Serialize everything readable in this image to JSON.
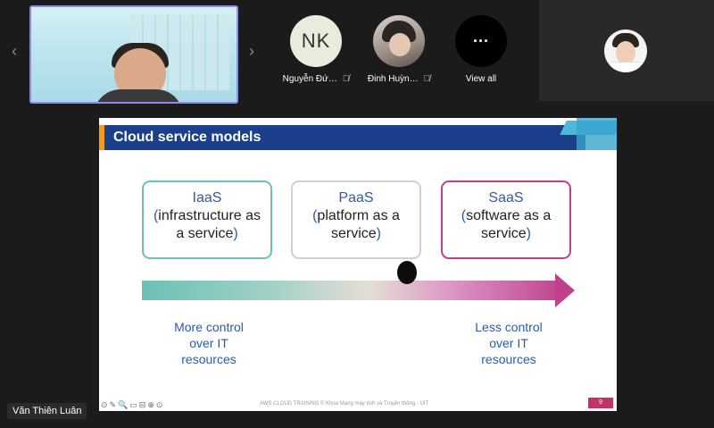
{
  "gallery": {
    "participants": [
      {
        "initials": "NK",
        "name": "Nguyễn Đứ…",
        "avatar": "initials-avatar"
      },
      {
        "name": "Đinh Huỳn…",
        "avatar": "photo-avatar"
      }
    ],
    "view_all": {
      "glyph": "···",
      "label": "View all"
    },
    "prev_glyph": "‹",
    "next_glyph": "›"
  },
  "slide": {
    "title": "Cloud service models",
    "models": [
      {
        "acronym": "IaaS",
        "open": "(",
        "line1": "infrastructure as",
        "line2": "a service",
        "close": ")",
        "border": "#6cc0b6"
      },
      {
        "acronym": "PaaS",
        "open": "(",
        "line1": "platform as a",
        "line2": "service",
        "close": ")",
        "border": "#d0d0d0"
      },
      {
        "acronym": "SaaS",
        "open": "(",
        "line1": "software as a",
        "line2": "service",
        "close": ")",
        "border": "#c1408a"
      }
    ],
    "left_label": [
      "More control",
      "over IT",
      "resources"
    ],
    "right_label": [
      "Less control",
      "over IT",
      "resources"
    ],
    "footer_text": "AWS CLOUD TRAINING © Khoa Mạng máy tính và Truyền thông - UIT",
    "toolbar_glyphs": "⊙✎🔍▭⊟⊕⊙",
    "page_number": "9"
  },
  "presenter_name": "Văn Thiên Luân",
  "colors": {
    "header_blue": "#1c3f8c",
    "accent_orange": "#f59a1b",
    "text_blue": "#2e5aa7",
    "magenta": "#c1408a",
    "teal": "#6cc0b6"
  }
}
